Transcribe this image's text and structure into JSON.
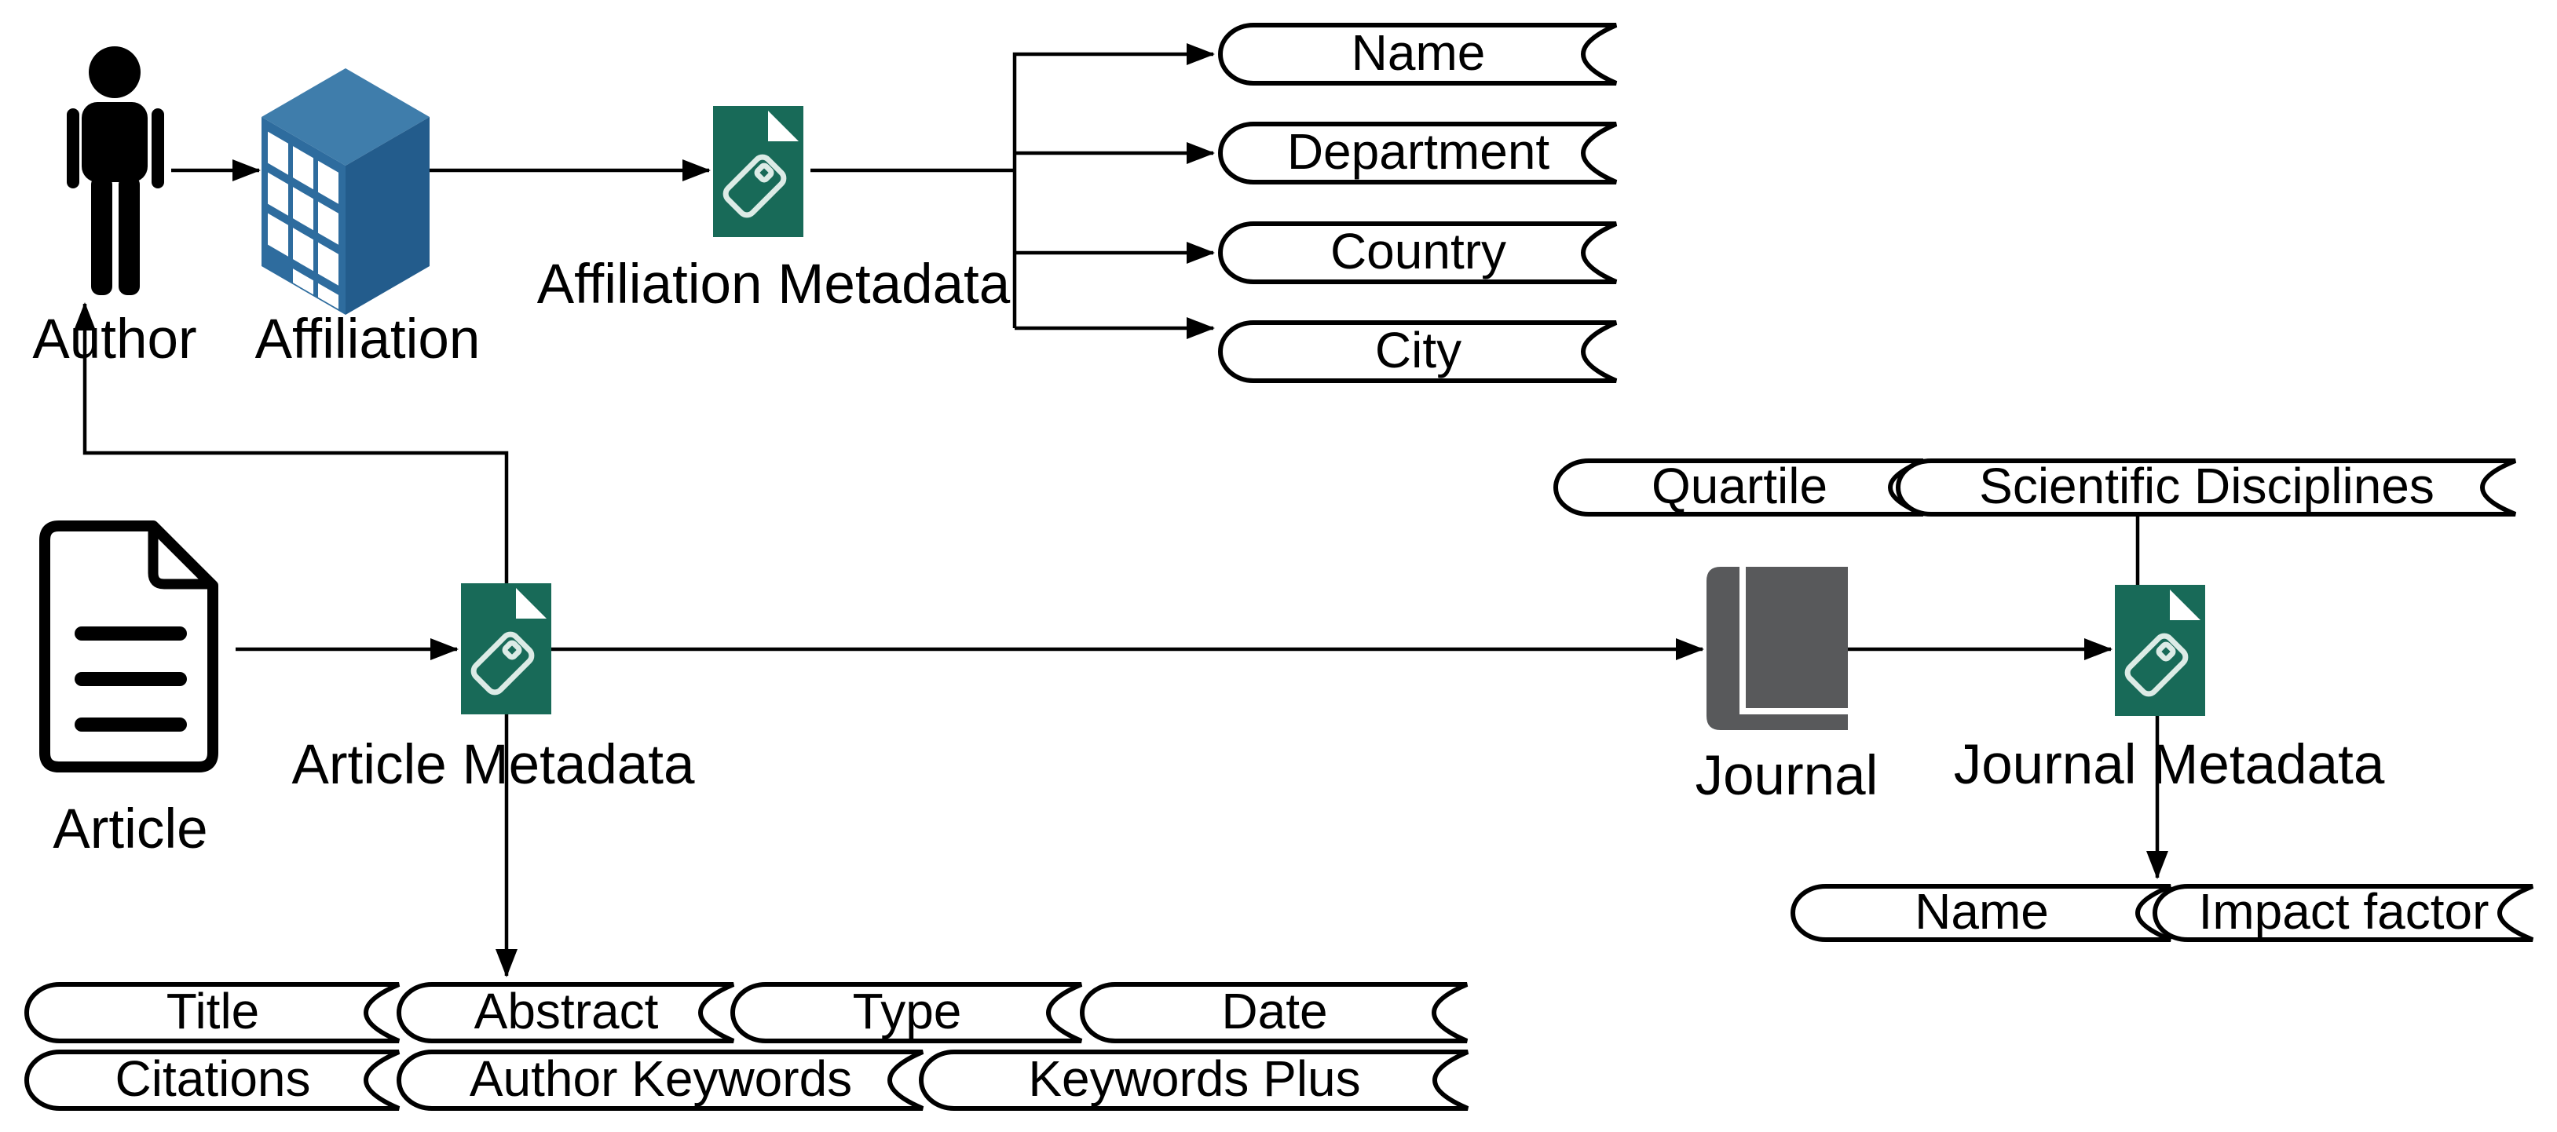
{
  "figure": {
    "type": "entity-metadata-diagram",
    "labels": {
      "author": "Author",
      "affiliation": "Affiliation",
      "affiliation_metadata": "Affiliation Metadata",
      "article": "Article",
      "article_metadata": "Article Metadata",
      "journal": "Journal",
      "journal_metadata": "Journal Metadata"
    },
    "attributes": {
      "affiliation": [
        "Name",
        "Department",
        "Country",
        "City"
      ],
      "article_row1": [
        "Title",
        "Abstract",
        "Type",
        "Date"
      ],
      "article_row2": [
        "Citations",
        "Author Keywords",
        "Keywords Plus"
      ],
      "journal_top": [
        "Quartile",
        "Scientific Disciplines"
      ],
      "journal_bottom": [
        "Name",
        "Impact factor"
      ]
    },
    "colors": {
      "metadata_icon_green": "#186a58",
      "building_blue_top": "#3f7dab",
      "building_blue_left": "#2e6c9e",
      "building_blue_right": "#235c8c",
      "journal_gray": "#58595b",
      "line_black": "#000000"
    }
  }
}
